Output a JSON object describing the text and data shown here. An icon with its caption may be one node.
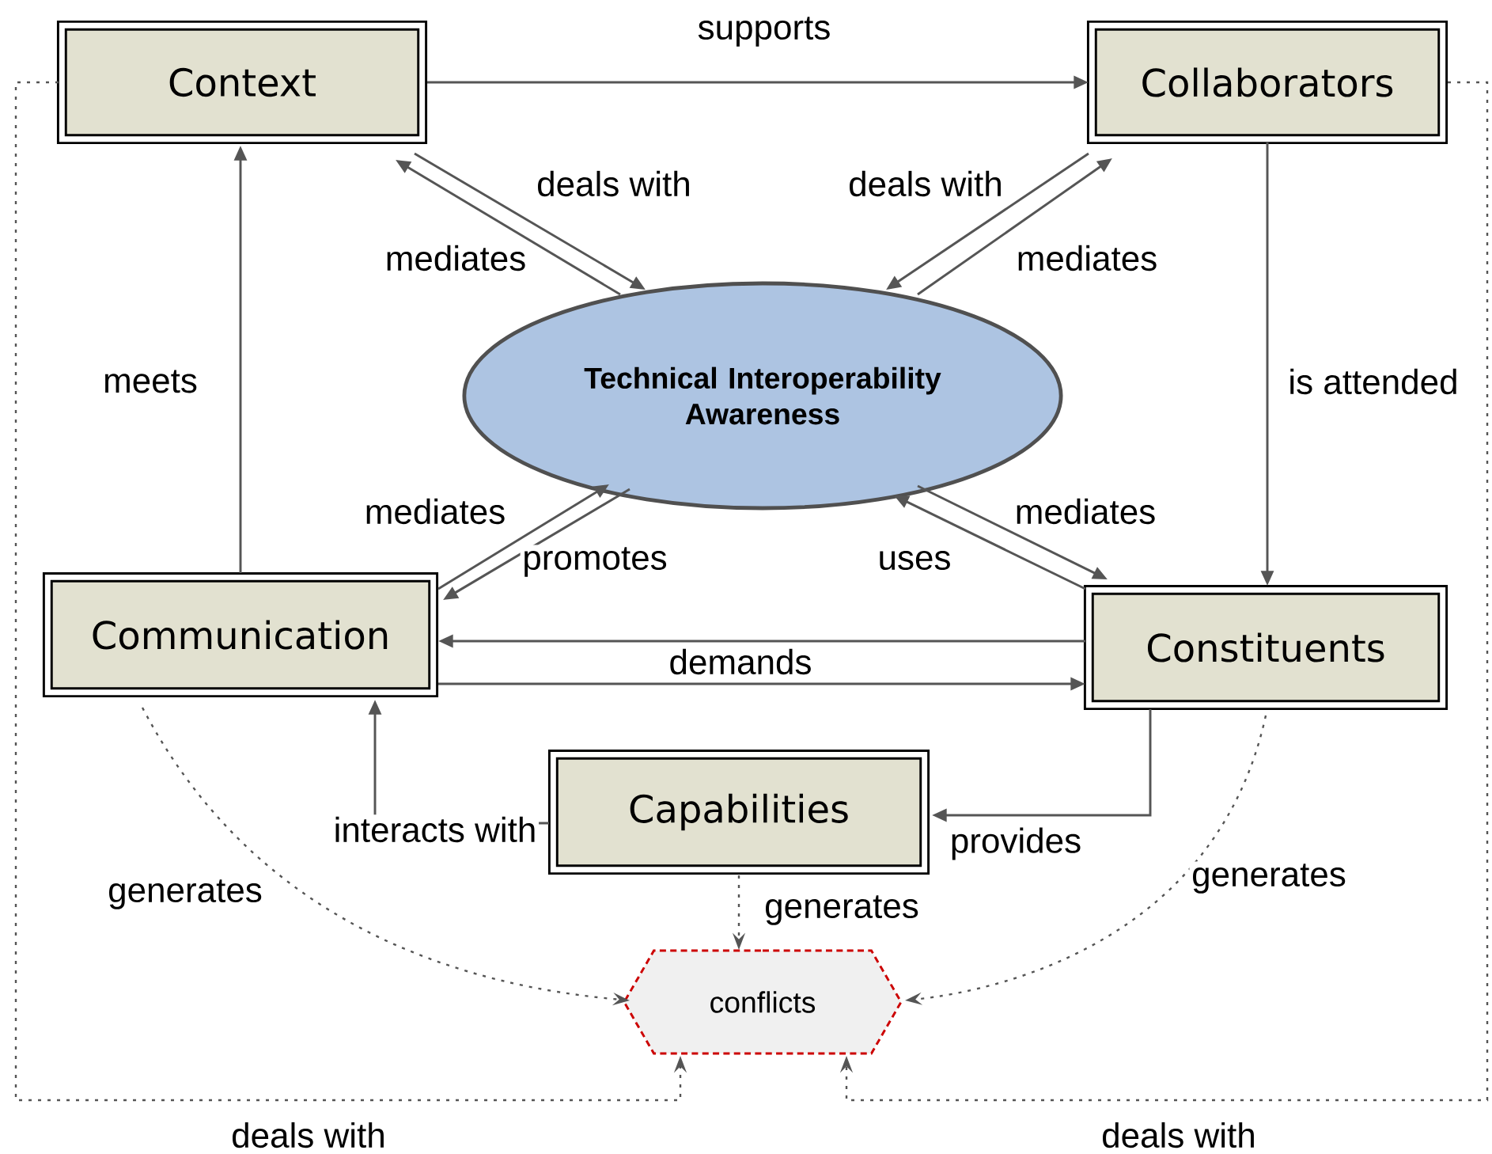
{
  "diagram": {
    "nodes": [
      {
        "text": [
          "Context"
        ]
      },
      {
        "text": [
          "Collaborators"
        ]
      },
      {
        "text": [
          "Technical Interoperability Awareness"
        ]
      },
      {
        "text": [
          "Communication"
        ]
      },
      {
        "text": [
          "Constituents"
        ]
      },
      {
        "text": [
          "Capabilities"
        ]
      },
      {
        "text": [
          "conflicts"
        ]
      }
    ],
    "edges": [
      {
        "from": 0,
        "to": 1,
        "arrow": "to",
        "label": "supports"
      },
      {
        "from": 0,
        "to": 2,
        "arrow": "to",
        "label": "deals with"
      },
      {
        "from": 2,
        "to": 0,
        "arrow": "to",
        "label": "mediates"
      },
      {
        "from": 1,
        "to": 2,
        "arrow": "to",
        "label": "deals with"
      },
      {
        "from": 2,
        "to": 1,
        "arrow": "to",
        "label": "mediates"
      },
      {
        "from": 3,
        "to": 0,
        "arrow": "to",
        "label": "meets"
      },
      {
        "from": 1,
        "to": 4,
        "arrow": "to",
        "label": "is attended"
      },
      {
        "from": 3,
        "to": 2,
        "arrow": "to",
        "label": "mediates"
      },
      {
        "from": 2,
        "to": 3,
        "arrow": "to",
        "label": "promotes"
      },
      {
        "from": 2,
        "to": 4,
        "arrow": "to",
        "label": "mediates"
      },
      {
        "from": 4,
        "to": 2,
        "arrow": "to",
        "label": "uses"
      },
      {
        "from": 4,
        "to": 3,
        "arrow": "to",
        "label": "demands"
      },
      {
        "from": 3,
        "to": 4,
        "arrow": "to"
      },
      {
        "from": 4,
        "to": 5,
        "arrow": "to",
        "label": "provides"
      },
      {
        "from": 5,
        "to": 3,
        "arrow": "to",
        "label": "interacts with"
      },
      {
        "from": 3,
        "to": 6,
        "arrow": "to",
        "label": "generates",
        "style": "dashed"
      },
      {
        "from": 5,
        "to": 6,
        "arrow": "to",
        "label": "generates",
        "style": "dashed"
      },
      {
        "from": 4,
        "to": 6,
        "arrow": "to",
        "label": "generates",
        "style": "dashed"
      },
      {
        "from": 0,
        "to": 6,
        "arrow": "to",
        "label": "deals with",
        "style": "dashed"
      },
      {
        "from": 1,
        "to": 6,
        "arrow": "to",
        "label": "deals with",
        "style": "dashed"
      }
    ]
  }
}
